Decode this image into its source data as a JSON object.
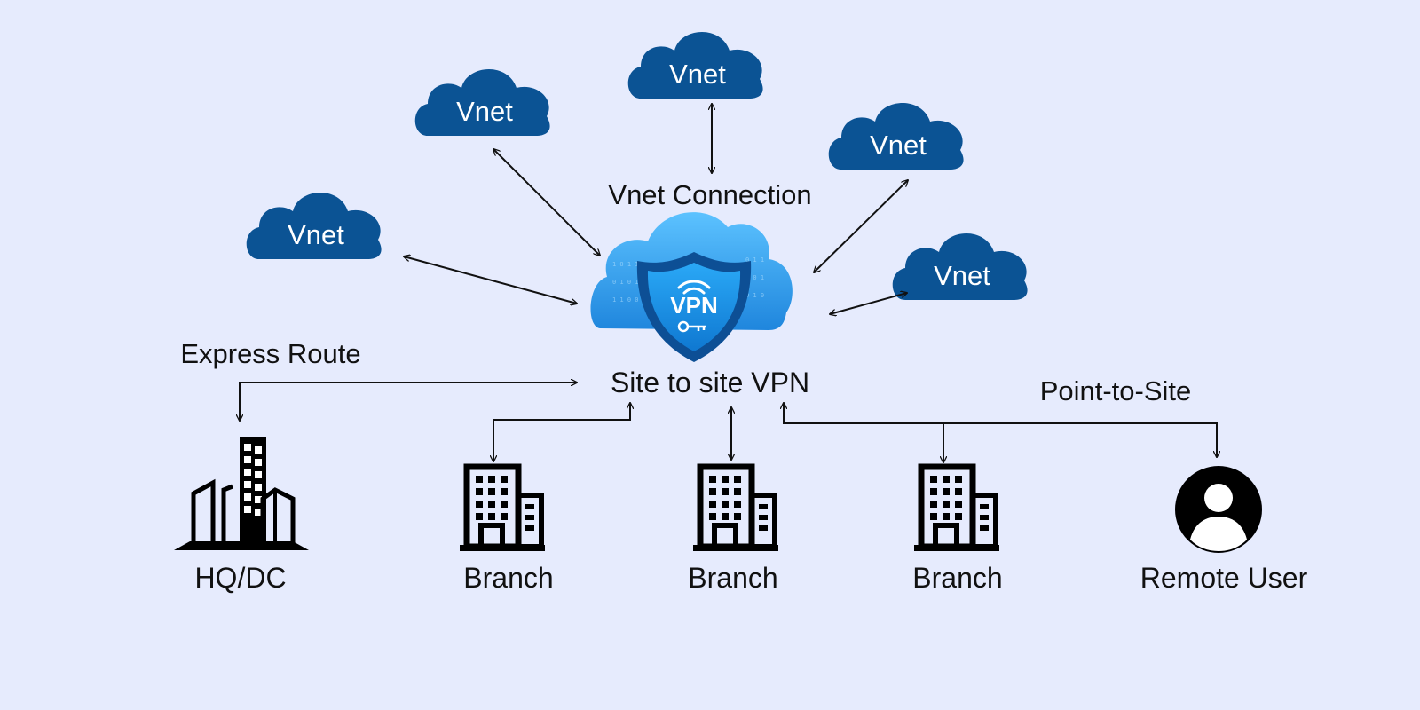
{
  "colors": {
    "background": "#e6ebfd",
    "vnet_cloud": "#0b5394",
    "vpn_cloud": "#2f9be8",
    "vpn_shield": "#0d4f95",
    "line": "#111111",
    "icon": "#000000"
  },
  "labels": {
    "vnet_connection": "Vnet Connection",
    "site_to_site": "Site to site VPN",
    "express_route": "Express Route",
    "point_to_site": "Point-to-Site",
    "vpn_badge": "VPN"
  },
  "vnets": [
    {
      "label": "Vnet"
    },
    {
      "label": "Vnet"
    },
    {
      "label": "Vnet"
    },
    {
      "label": "Vnet"
    },
    {
      "label": "Vnet"
    }
  ],
  "endpoints": [
    {
      "label": "HQ/DC",
      "icon": "office-tower-icon"
    },
    {
      "label": "Branch",
      "icon": "building-icon"
    },
    {
      "label": "Branch",
      "icon": "building-icon"
    },
    {
      "label": "Branch",
      "icon": "building-icon"
    },
    {
      "label": "Remote User",
      "icon": "user-icon"
    }
  ]
}
